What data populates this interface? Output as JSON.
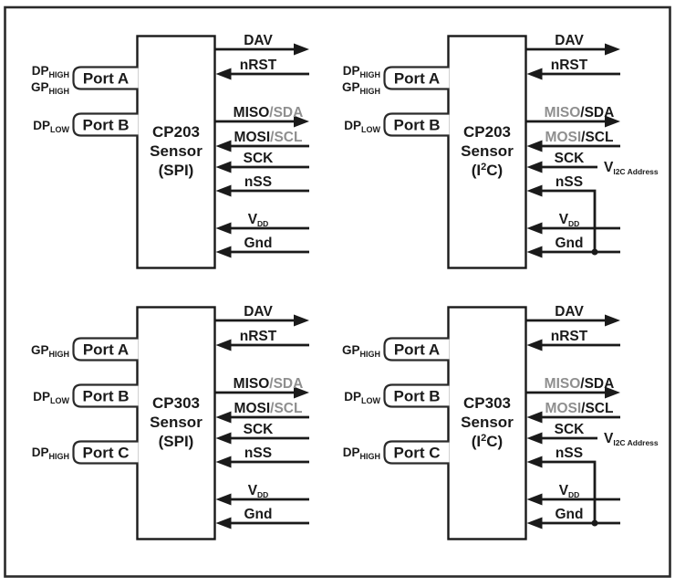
{
  "figure": {
    "background": "#ffffff",
    "ink_color": "#1a1a1a",
    "muted_label_color": "#8f8f8f"
  },
  "diagrams": [
    {
      "id": "cp203-spi",
      "chip": {
        "line1": "CP203",
        "line2": "Sensor",
        "line3": "(SPI)"
      },
      "ports": [
        {
          "label": "Port A",
          "pins": [
            {
              "main": "DP",
              "sub": "HIGH"
            },
            {
              "main": "GP",
              "sub": "HIGH"
            }
          ]
        },
        {
          "label": "Port B",
          "pins": [
            {
              "main": "DP",
              "sub": "LOW"
            }
          ]
        }
      ],
      "signals": {
        "dav": "DAV",
        "nrst": "nRST",
        "miso_sda": [
          "MISO",
          "/SDA"
        ],
        "mosi_scl": [
          "MOSI",
          "/SCL"
        ],
        "sck": "SCK",
        "nss": "nSS",
        "vdd": {
          "main": "V",
          "sub": "DD"
        },
        "gnd": "Gnd"
      }
    },
    {
      "id": "cp203-i2c",
      "chip": {
        "line1": "CP203",
        "line2": "Sensor",
        "line3_pre": "(I",
        "line3_sup": "2",
        "line3_post": "C)"
      },
      "ports": [
        {
          "label": "Port A",
          "pins": [
            {
              "main": "DP",
              "sub": "HIGH"
            },
            {
              "main": "GP",
              "sub": "HIGH"
            }
          ]
        },
        {
          "label": "Port B",
          "pins": [
            {
              "main": "DP",
              "sub": "LOW"
            }
          ]
        }
      ],
      "signals": {
        "dav": "DAV",
        "nrst": "nRST",
        "miso_sda": [
          "MISO",
          "/SDA"
        ],
        "mosi_scl": [
          "MOSI",
          "/SCL"
        ],
        "sck": "SCK",
        "nss": "nSS",
        "vdd": {
          "main": "V",
          "sub": "DD"
        },
        "gnd": "Gnd"
      },
      "i2c_address": {
        "main": "V",
        "sub": "I2C Address"
      }
    },
    {
      "id": "cp303-spi",
      "chip": {
        "line1": "CP303",
        "line2": "Sensor",
        "line3": "(SPI)"
      },
      "ports": [
        {
          "label": "Port A",
          "pins": [
            {
              "main": "GP",
              "sub": "HIGH"
            }
          ]
        },
        {
          "label": "Port B",
          "pins": [
            {
              "main": "DP",
              "sub": "LOW"
            }
          ]
        },
        {
          "label": "Port C",
          "pins": [
            {
              "main": "DP",
              "sub": "HIGH"
            }
          ]
        }
      ],
      "signals": {
        "dav": "DAV",
        "nrst": "nRST",
        "miso_sda": [
          "MISO",
          "/SDA"
        ],
        "mosi_scl": [
          "MOSI",
          "/SCL"
        ],
        "sck": "SCK",
        "nss": "nSS",
        "vdd": {
          "main": "V",
          "sub": "DD"
        },
        "gnd": "Gnd"
      }
    },
    {
      "id": "cp303-i2c",
      "chip": {
        "line1": "CP303",
        "line2": "Sensor",
        "line3_pre": "(I",
        "line3_sup": "2",
        "line3_post": "C)"
      },
      "ports": [
        {
          "label": "Port A",
          "pins": [
            {
              "main": "GP",
              "sub": "HIGH"
            }
          ]
        },
        {
          "label": "Port B",
          "pins": [
            {
              "main": "DP",
              "sub": "LOW"
            }
          ]
        },
        {
          "label": "Port C",
          "pins": [
            {
              "main": "DP",
              "sub": "HIGH"
            }
          ]
        }
      ],
      "signals": {
        "dav": "DAV",
        "nrst": "nRST",
        "miso_sda": [
          "MISO",
          "/SDA"
        ],
        "mosi_scl": [
          "MOSI",
          "/SCL"
        ],
        "sck": "SCK",
        "nss": "nSS",
        "vdd": {
          "main": "V",
          "sub": "DD"
        },
        "gnd": "Gnd"
      },
      "i2c_address": {
        "main": "V",
        "sub": "I2C Address"
      }
    }
  ]
}
